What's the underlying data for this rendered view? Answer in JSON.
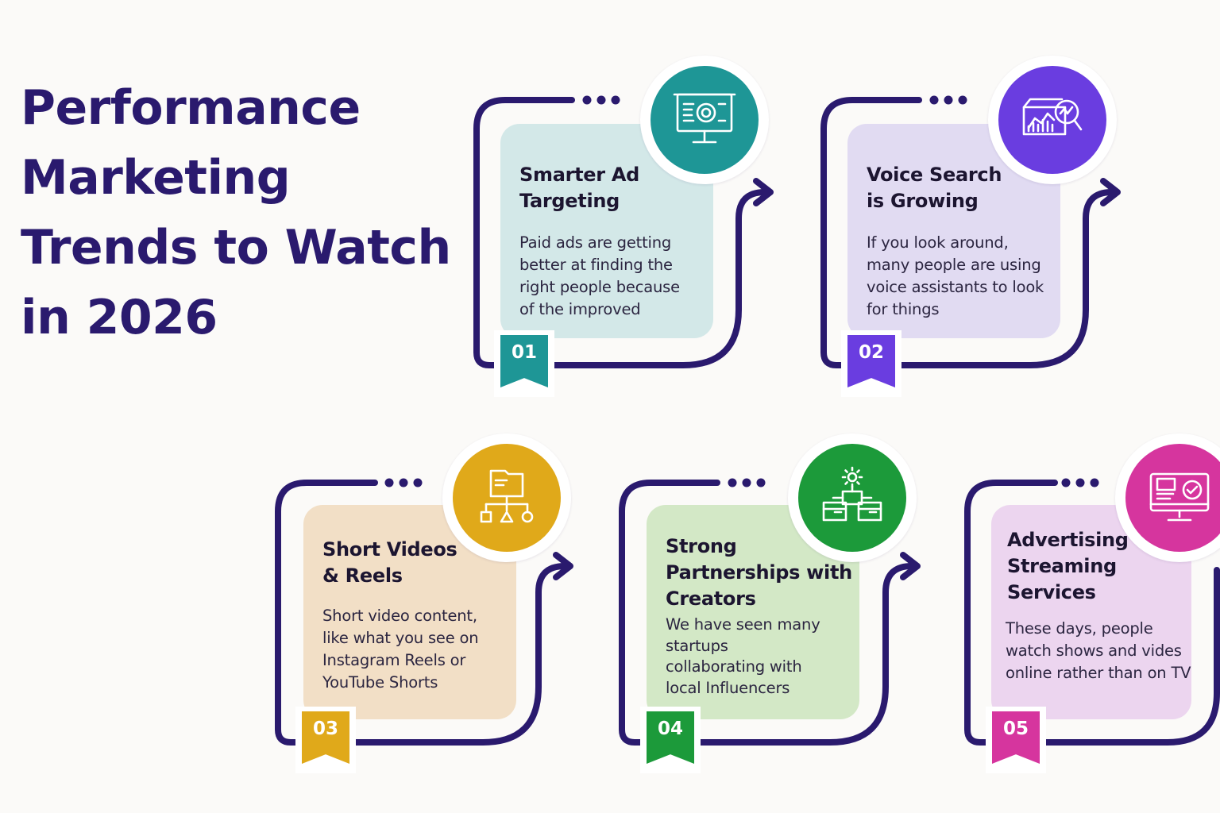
{
  "title_lines": [
    "Performance",
    "Marketing",
    "Trends to Watch",
    "in 2026"
  ],
  "colors": {
    "title": "#2a1a6e",
    "frame": "#2a1a6e",
    "background": "#fbfaf8"
  },
  "steps": [
    {
      "number": "01",
      "title_lines": [
        "Smarter Ad",
        "Targeting"
      ],
      "body_lines": [
        "Paid ads are getting",
        "better at finding the",
        "right people because",
        "of the improved"
      ],
      "icon": "presentation-target-icon",
      "accent": "#1e9696",
      "card_bg": "#d3e8e8"
    },
    {
      "number": "02",
      "title_lines": [
        "Voice Search",
        "is Growing"
      ],
      "body_lines": [
        "If you look around,",
        "many people are using",
        "voice assistants to look",
        "for things"
      ],
      "icon": "analytics-magnifier-icon",
      "accent": "#6a3de0",
      "card_bg": "#e1dbf2"
    },
    {
      "number": "03",
      "title_lines": [
        "Short Videos",
        "& Reels"
      ],
      "body_lines": [
        "Short video content,",
        "like what you see on",
        "Instagram Reels or",
        "YouTube Shorts"
      ],
      "icon": "folder-hierarchy-icon",
      "accent": "#e0a91a",
      "card_bg": "#f2dfc6"
    },
    {
      "number": "04",
      "title_lines": [
        "Strong",
        "Partnerships with",
        "Creators"
      ],
      "body_lines": [
        "We have seen many",
        "startups",
        "collaborating with",
        "local Influencers"
      ],
      "icon": "gear-network-icon",
      "accent": "#1c9a3a",
      "card_bg": "#d3e8c6"
    },
    {
      "number": "05",
      "title_lines": [
        "Advertising on",
        "Streaming",
        "Services"
      ],
      "body_lines": [
        "These days, people",
        "watch shows and vides",
        "online rather than on TV"
      ],
      "icon": "monitor-check-icon",
      "accent": "#d6359e",
      "card_bg": "#ecd5ef"
    }
  ]
}
